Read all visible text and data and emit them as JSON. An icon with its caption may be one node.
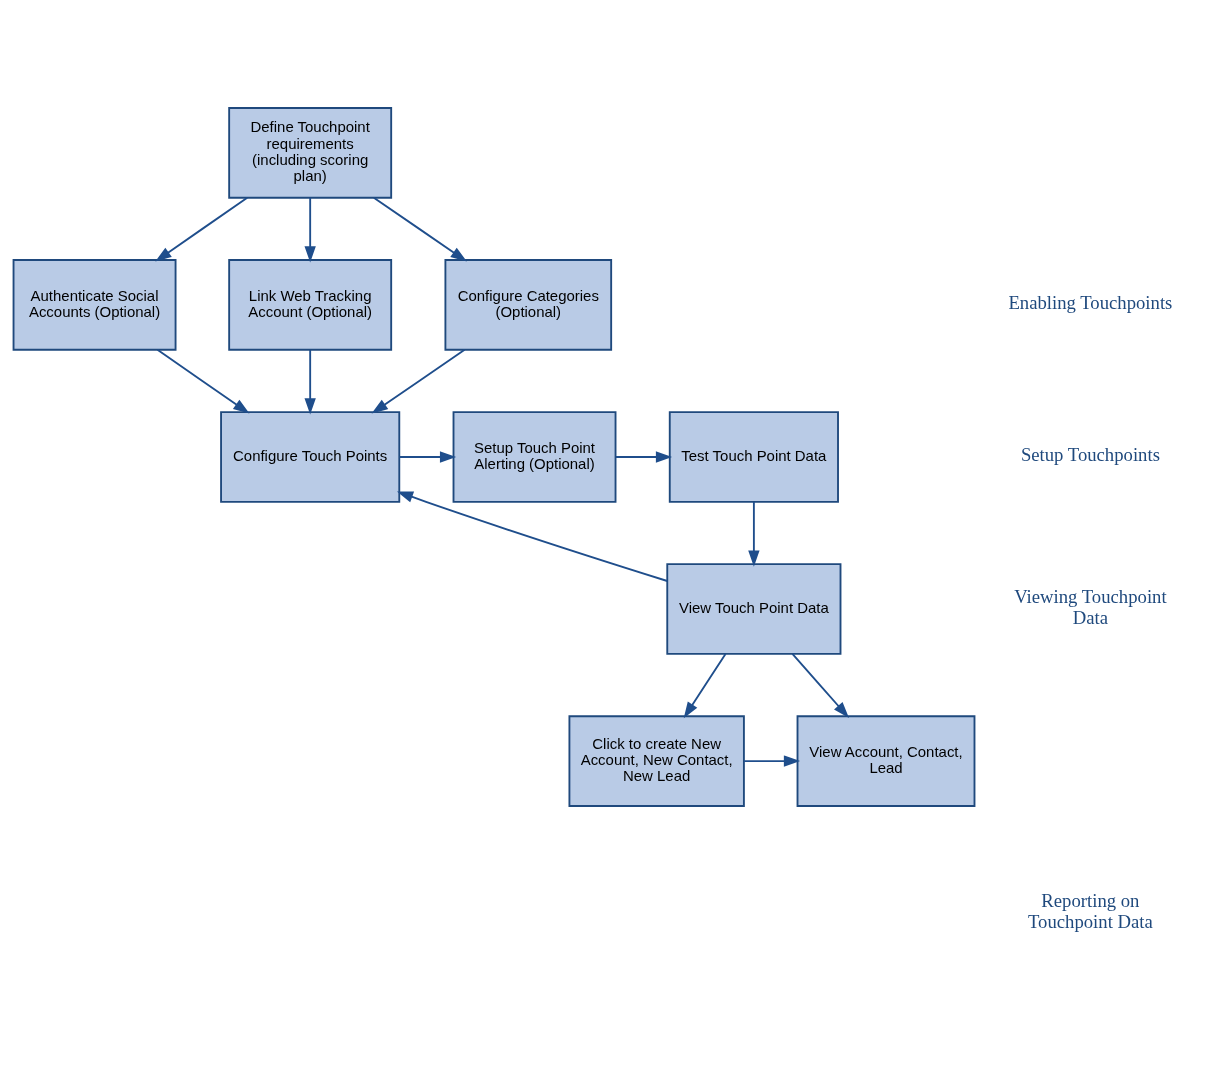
{
  "diagram": {
    "nodes": [
      {
        "text": [
          "Define Touchpoint requirements (including scoring plan)"
        ]
      },
      {
        "text": [
          "Enabling Touchpoints"
        ]
      },
      {
        "text": [
          "Authenticate Social Accounts (Optional)"
        ]
      },
      {
        "text": [
          "Link Web Tracking Account (Optional)"
        ]
      },
      {
        "text": [
          "Configure Categories (Optional)"
        ]
      },
      {
        "text": [
          "Setup Touchpoints"
        ]
      },
      {
        "text": [
          "Configure Touch Points"
        ]
      },
      {
        "text": [
          "Setup Touch Point Alerting (Optional)"
        ]
      },
      {
        "text": [
          "Test Touch Point Data"
        ]
      },
      {
        "text": [
          "Viewing Touchpoint Data"
        ]
      },
      {
        "text": [
          "View Touch Point Data"
        ]
      },
      {
        "text": [
          "Click to create New Account, New Contact, New Lead"
        ]
      },
      {
        "text": [
          "View Account, Contact, Lead"
        ]
      },
      {
        "text": [
          "Reporting on Touchpoint Data"
        ]
      }
    ],
    "edges": [
      {
        "from": 0,
        "to": 2,
        "arrow": "to"
      },
      {
        "from": 0,
        "to": 3,
        "arrow": "to"
      },
      {
        "from": 0,
        "to": 4,
        "arrow": "to"
      },
      {
        "from": 2,
        "to": 6,
        "arrow": "to"
      },
      {
        "from": 3,
        "to": 6,
        "arrow": "to"
      },
      {
        "from": 4,
        "to": 6,
        "arrow": "to"
      },
      {
        "from": 6,
        "to": 7,
        "arrow": "to"
      },
      {
        "from": 7,
        "to": 8,
        "arrow": "to"
      },
      {
        "from": 8,
        "to": 10,
        "arrow": "to"
      },
      {
        "from": 10,
        "to": 6,
        "arrow": "to"
      },
      {
        "from": 10,
        "to": 11,
        "arrow": "to"
      },
      {
        "from": 10,
        "to": 12,
        "arrow": "to"
      },
      {
        "from": 11,
        "to": 12,
        "arrow": "to"
      }
    ]
  }
}
